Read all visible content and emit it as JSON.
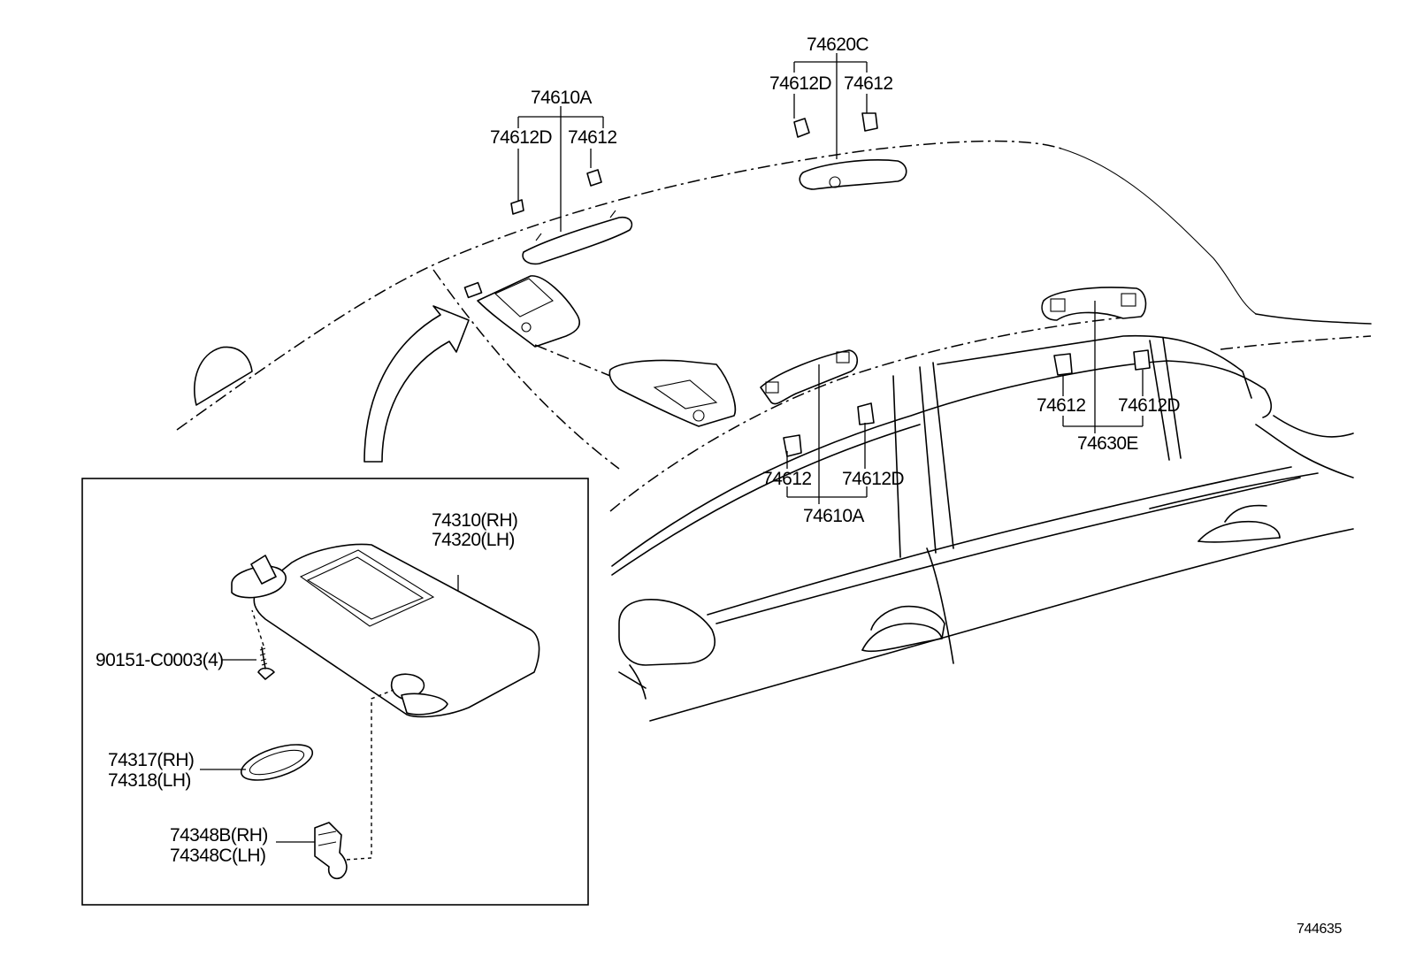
{
  "diagram_id": "744635",
  "labels": {
    "rh_grip_group": "74610A",
    "rh_grip_clip_d": "74612D",
    "rh_grip_clip": "74612",
    "roof_grip_group": "74620C",
    "roof_grip_clip_d": "74612D",
    "roof_grip_clip": "74612",
    "front_grip_clip": "74612",
    "front_grip_clip_d": "74612D",
    "front_grip_group": "74610A",
    "rear_grip_clip": "74612",
    "rear_grip_clip_d": "74612D",
    "rear_grip_group": "74630E",
    "visor_rh": "74310(RH)",
    "visor_lh": "74320(LH)",
    "screw": "90151-C0003(4)",
    "mirror_cover_rh": "74317(RH)",
    "mirror_cover_lh": "74318(LH)",
    "holder_rh": "74348B(RH)",
    "holder_lh": "74348C(LH)"
  }
}
